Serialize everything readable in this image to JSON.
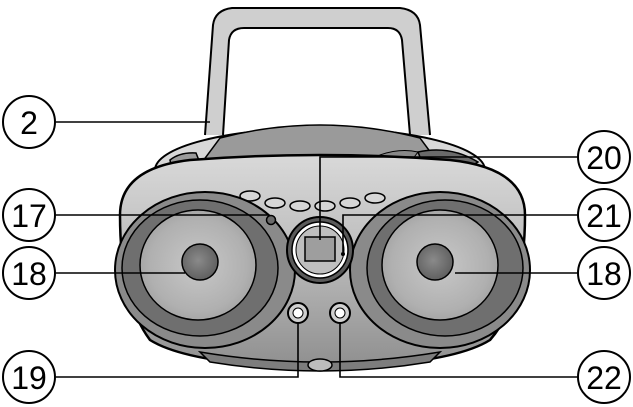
{
  "callouts": {
    "handle": "2",
    "cd_lid": "20",
    "sensor_light": "17",
    "display": "21",
    "speaker_left": "18",
    "speaker_right": "18",
    "left_jack": "19",
    "right_jack": "22"
  }
}
